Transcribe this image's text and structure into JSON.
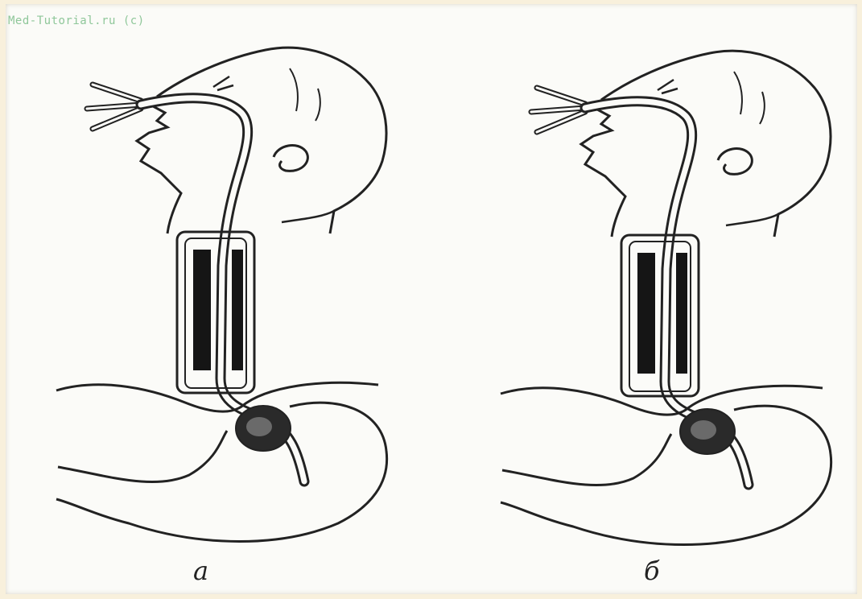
{
  "watermark": "Med-Tutorial.ru (c)",
  "panels": [
    {
      "caption": "а"
    },
    {
      "caption": "б"
    }
  ]
}
